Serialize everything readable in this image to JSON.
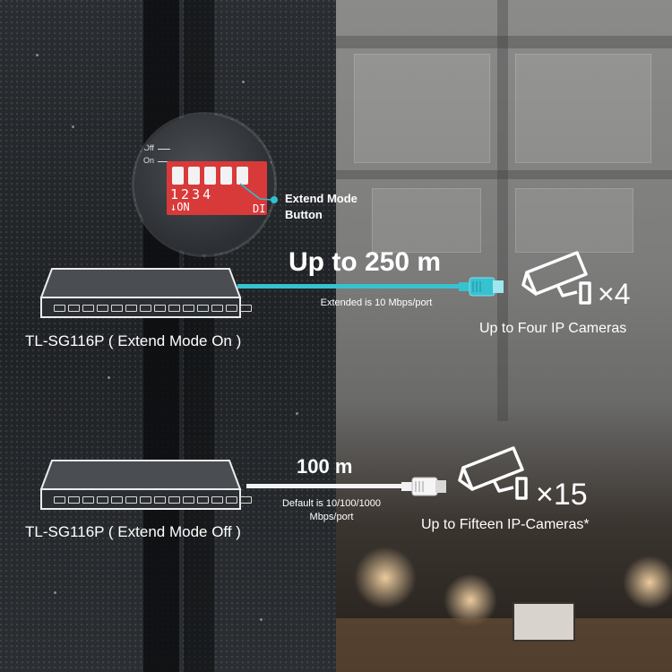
{
  "dip_switch": {
    "off_label": "Off",
    "on_label": "On",
    "digits": "1234",
    "on_text": "↓ON",
    "di_text": "DI"
  },
  "callout": {
    "line1": "Extend Mode",
    "line2": "Button"
  },
  "extend_on": {
    "distance": "Up to 250 m",
    "speed_note": "Extended is 10 Mbps/port",
    "model": "TL-SG116P ( Extend Mode On )",
    "camera_count": "×4",
    "camera_label": "Up to Four IP Cameras",
    "cable_color": "#38c2d0"
  },
  "extend_off": {
    "distance": "100 m",
    "speed_note_line1": "Default is 10/100/1000",
    "speed_note_line2": "Mbps/port",
    "model": "TL-SG116P ( Extend Mode Off )",
    "camera_count": "×15",
    "camera_label": "Up to Fifteen IP-Cameras*",
    "cable_color": "#f2f2f2"
  },
  "icons": [
    "switch-icon",
    "ethernet-connector-icon",
    "ip-camera-icon",
    "dip-switch-icon"
  ],
  "colors": {
    "accent": "#2ec0cf",
    "dip_red": "#d83a3a"
  }
}
